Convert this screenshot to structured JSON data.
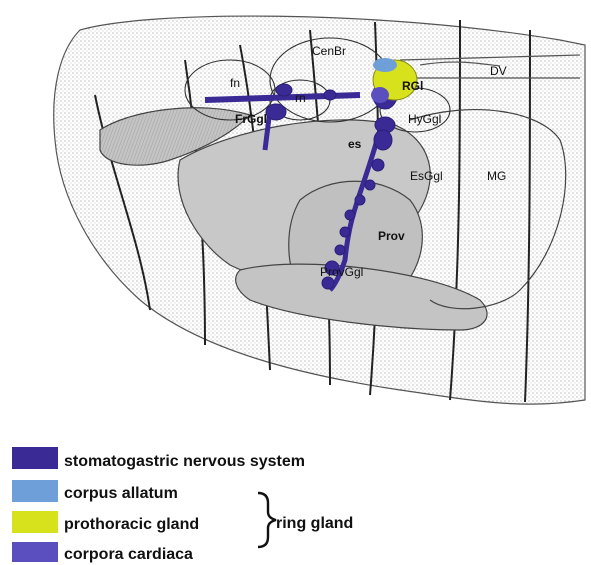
{
  "labels": {
    "fn": "fn",
    "cenbr": "CenBr",
    "rn": "rn",
    "rgl": "RGl",
    "dv": "DV",
    "frggl": "FrGgl",
    "hyggl": "HyGgl",
    "es": "es",
    "esggl": "EsGgl",
    "mg": "MG",
    "prov": "Prov",
    "provggl": "ProvGgl"
  },
  "legend": {
    "items": [
      {
        "label": "stomatogastric nervous system",
        "color": "#3a2a96"
      },
      {
        "label": "corpus allatum",
        "color": "#6f9fd8"
      },
      {
        "label": "prothoracic gland",
        "color": "#d8e21c"
      },
      {
        "label": "corpora cardiaca",
        "color": "#5b4fc0"
      }
    ],
    "group_label": "ring gland"
  },
  "colors": {
    "stns": "#3a2a96",
    "corpus_allatum": "#6f9fd8",
    "prothoracic": "#d8e21c",
    "corpora_cardiaca": "#5b4fc0",
    "organ_fill": "#c8c8c8",
    "outline": "#444444"
  }
}
